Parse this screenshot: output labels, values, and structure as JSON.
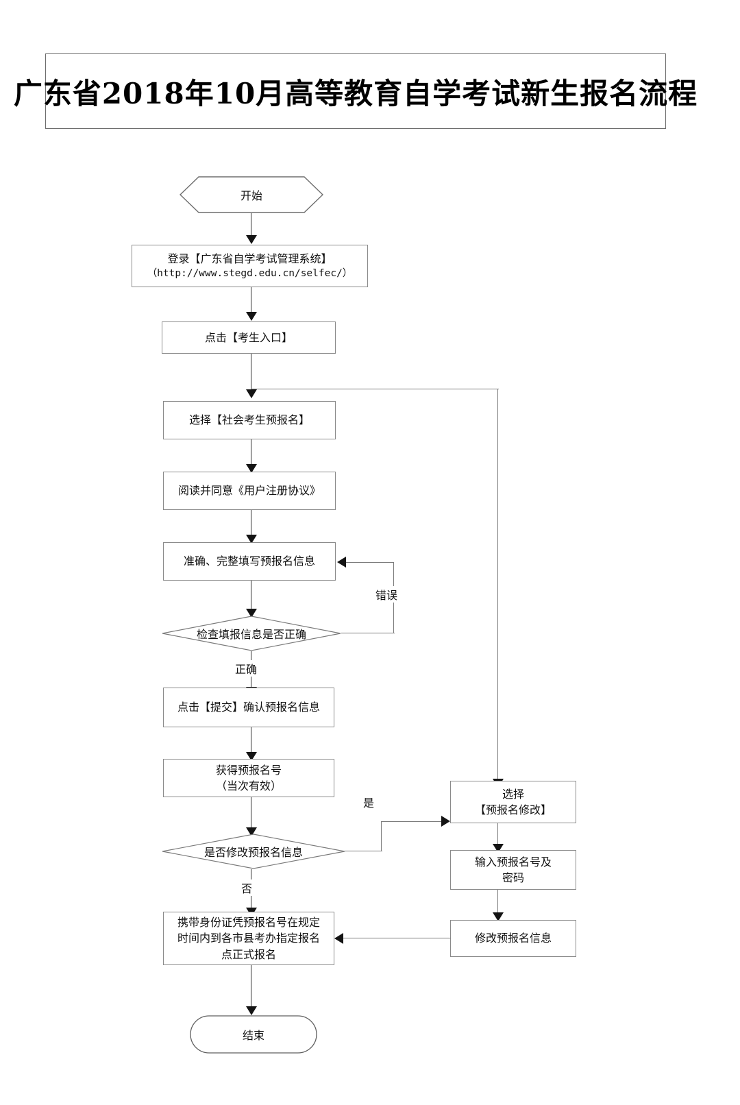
{
  "document": {
    "title": "广东省2018年10月高等教育自学考试新生报名流程"
  },
  "flowchart": {
    "type": "flowchart",
    "orientation": "top-to-bottom",
    "nodes": {
      "start": {
        "label": "开始",
        "shape": "hexagon"
      },
      "login": {
        "label": "登录【广东省自学考试管理系统】",
        "url": "（http://www.stegd.edu.cn/selfec/）",
        "shape": "process"
      },
      "entrance": {
        "label": "点击【考生入口】",
        "shape": "process"
      },
      "select_preregister": {
        "label": "选择【社会考生预报名】",
        "shape": "process"
      },
      "agreement": {
        "label": "阅读并同意《用户注册协议》",
        "shape": "process"
      },
      "fill_info": {
        "label": "准确、完整填写预报名信息",
        "shape": "process"
      },
      "check_info": {
        "label": "检查填报信息是否正确",
        "shape": "decision"
      },
      "submit": {
        "label": "点击【提交】确认预报名信息",
        "shape": "process"
      },
      "get_number": {
        "label": "获得预报名号\n（当次有效）",
        "shape": "process"
      },
      "modify_decision": {
        "label": "是否修改预报名信息",
        "shape": "decision"
      },
      "formal_register": {
        "label": "携带身份证凭预报名号在规定\n时间内到各市县考办指定报名\n点正式报名",
        "shape": "process"
      },
      "end": {
        "label": "结束",
        "shape": "terminator"
      },
      "select_modify": {
        "label": "选择\n【预报名修改】",
        "shape": "process"
      },
      "input_number": {
        "label": "输入预报名号及\n密码",
        "shape": "process"
      },
      "do_modify": {
        "label": "修改预报名信息",
        "shape": "process"
      }
    },
    "edge_labels": {
      "error": "错误",
      "correct": "正确",
      "yes": "是",
      "no": "否"
    },
    "colors": {
      "line": "#2b2b2b",
      "box_border": "#8a8a8a",
      "title_border": "#6d6d6d",
      "text": "#111111",
      "background": "#ffffff"
    }
  }
}
